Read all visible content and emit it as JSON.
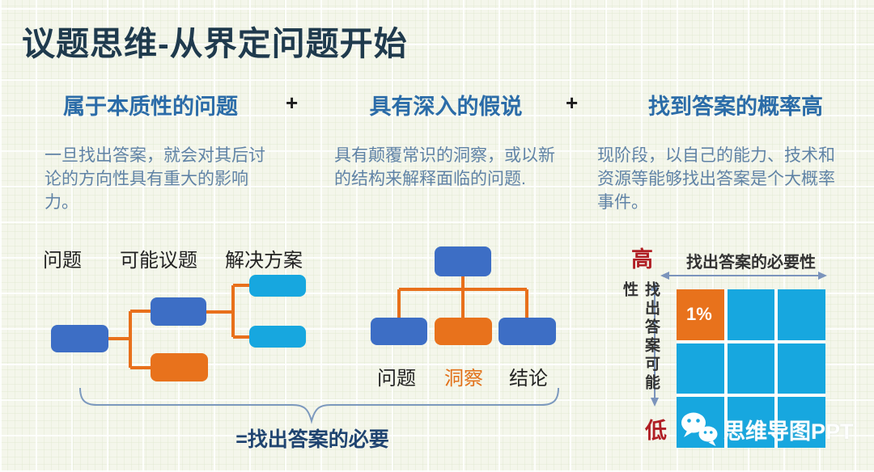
{
  "slide": {
    "title": "议题思维-从界定问题开始",
    "plus_sign": "+",
    "columns": [
      {
        "header": "属于本质性的问题",
        "body": "一旦找出答案，就会对其后讨论的方向性具有重大的影响力。"
      },
      {
        "header": "具有深入的假说",
        "body": "具有颠覆常识的洞察，或以新的结构来解释面临的问题."
      },
      {
        "header": "找到答案的概率高",
        "body": "现阶段，以自己的能力、技术和资源等能够找出答案是个大概率事件。"
      }
    ],
    "left_tree": {
      "labels": [
        "问题",
        "可能议题",
        "解决方案"
      ]
    },
    "middle_tree": {
      "labels": [
        "问题",
        "洞察",
        "结论"
      ]
    },
    "matrix": {
      "top_axis": "找出答案的必要性",
      "left_axis": "找出答案可能性",
      "high_label": "高",
      "low_label": "低",
      "cell_value": "1%",
      "rows": 3,
      "cols": 3,
      "highlight_cell": "top-left"
    },
    "brace_caption": "=找出答案的必要",
    "watermark": {
      "icon": "wechat-icon",
      "text": "思维导图PPT"
    },
    "colors": {
      "title_text": "#1F3A4D",
      "header_blue": "#2B6CA8",
      "body_text": "#6083A6",
      "node_blue": "#3D6EC5",
      "node_orange": "#E8721C",
      "node_cyan": "#17A7DF",
      "connector_orange": "#E8701B",
      "axis_arrow": "#7B94BC",
      "brace": "#7C99BE",
      "red_label": "#B01E24",
      "background": "#F4F6EB"
    }
  }
}
